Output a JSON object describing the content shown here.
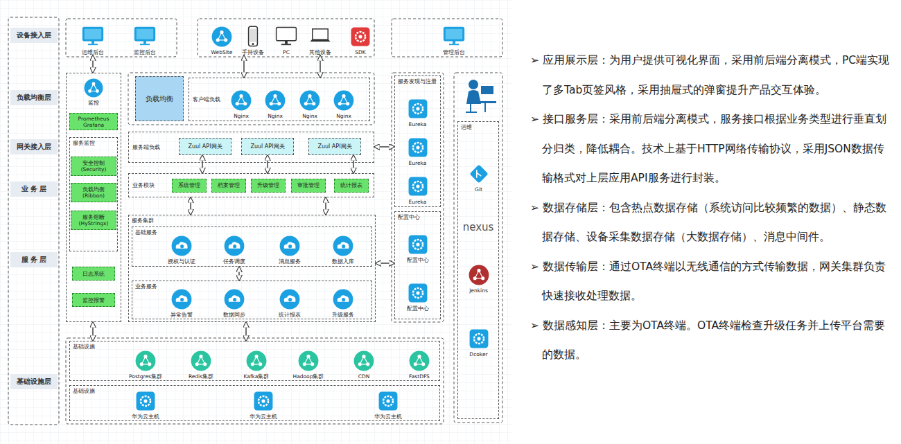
{
  "diagram": {
    "nodes": [
      {
        "text": [
          "设备接入层"
        ]
      },
      {
        "text": [
          "负载均衡层"
        ]
      },
      {
        "text": [
          "网关接入层"
        ]
      },
      {
        "text": [
          "业 务 层"
        ]
      },
      {
        "text": [
          "服 务 层"
        ]
      },
      {
        "text": [
          "基础设施层"
        ]
      },
      {
        "text": [
          "运维后台"
        ]
      },
      {
        "text": [
          "监控后台"
        ]
      },
      {
        "text": [
          "WebSite"
        ]
      },
      {
        "text": [
          "手持设备"
        ]
      },
      {
        "text": [
          "PC"
        ]
      },
      {
        "text": [
          "其他设备"
        ]
      },
      {
        "text": [
          "SDK"
        ]
      },
      {
        "text": [
          "管理后台"
        ]
      },
      {
        "text": [
          "监控"
        ]
      },
      {
        "text": [
          "Prometheus Grafana"
        ],
        "in": 14
      },
      {
        "text": [
          "服务监控"
        ],
        "in": 14
      },
      {
        "text": [
          "安全控制 (Security)"
        ],
        "in": 16
      },
      {
        "text": [
          "负载均衡 (Ribbon)"
        ],
        "in": 16
      },
      {
        "text": [
          "服务熔断 (HyStringx)"
        ],
        "in": 16
      },
      {
        "text": [
          "日志系统"
        ],
        "in": 14
      },
      {
        "text": [
          "监控报警"
        ],
        "in": 14
      },
      {
        "text": [
          "负载均衡"
        ]
      },
      {
        "text": [
          "客户端负载"
        ]
      },
      {
        "text": [
          "Nginx"
        ],
        "in": 23
      },
      {
        "text": [
          "Nginx"
        ],
        "in": 23
      },
      {
        "text": [
          "Nginx"
        ],
        "in": 23
      },
      {
        "text": [
          "Nginx"
        ],
        "in": 23
      },
      {
        "text": [
          "服务端负载"
        ]
      },
      {
        "text": [
          "Zuul API网关"
        ],
        "in": 28
      },
      {
        "text": [
          "Zuul API网关"
        ],
        "in": 28
      },
      {
        "text": [
          "Zuul API网关"
        ],
        "in": 28
      },
      {
        "text": [
          "业务模块"
        ]
      },
      {
        "text": [
          "系统管理"
        ],
        "in": 32
      },
      {
        "text": [
          "档案管理"
        ],
        "in": 32
      },
      {
        "text": [
          "升级管理"
        ],
        "in": 32
      },
      {
        "text": [
          "审批管理"
        ],
        "in": 32
      },
      {
        "text": [
          "统计报表"
        ],
        "in": 32
      },
      {
        "text": [
          "服务集群"
        ]
      },
      {
        "text": [
          "基础服务"
        ],
        "in": 38
      },
      {
        "text": [
          "授权与认证"
        ],
        "in": 39
      },
      {
        "text": [
          "任务调度"
        ],
        "in": 39
      },
      {
        "text": [
          "消息服务"
        ],
        "in": 39
      },
      {
        "text": [
          "数据入库"
        ],
        "in": 39
      },
      {
        "text": [
          "业务服务"
        ],
        "in": 38
      },
      {
        "text": [
          "异常告警"
        ],
        "in": 44
      },
      {
        "text": [
          "数据同步"
        ],
        "in": 44
      },
      {
        "text": [
          "统计报表"
        ],
        "in": 44
      },
      {
        "text": [
          "升级服务"
        ],
        "in": 44
      },
      {
        "text": [
          "服务发现与注册"
        ]
      },
      {
        "text": [
          "Eureka"
        ],
        "in": 49
      },
      {
        "text": [
          "Eureka"
        ],
        "in": 49
      },
      {
        "text": [
          "Eureka"
        ],
        "in": 49
      },
      {
        "text": [
          "配置中心"
        ]
      },
      {
        "text": [
          "配置中心"
        ],
        "in": 53
      },
      {
        "text": [
          "配置中心"
        ],
        "in": 53
      },
      {
        "text": [
          "运维"
        ]
      },
      {
        "text": [
          "Git"
        ],
        "in": 56
      },
      {
        "text": [
          "nexus"
        ],
        "in": 56
      },
      {
        "text": [
          "Jenkins"
        ],
        "in": 56
      },
      {
        "text": [
          "Dcoker"
        ],
        "in": 56
      },
      {
        "text": [
          "基础设施"
        ]
      },
      {
        "text": [
          "Postgres集群"
        ],
        "in": 61
      },
      {
        "text": [
          "Redis集群"
        ],
        "in": 61
      },
      {
        "text": [
          "Kafka集群"
        ],
        "in": 61
      },
      {
        "text": [
          "Hadoop集群"
        ],
        "in": 61
      },
      {
        "text": [
          "CDN"
        ],
        "in": 61
      },
      {
        "text": [
          "FastDFS"
        ],
        "in": 61
      },
      {
        "text": [
          "基础设施"
        ]
      },
      {
        "text": [
          "华为云主机"
        ],
        "in": 68
      },
      {
        "text": [
          "华为云主机"
        ],
        "in": 68
      },
      {
        "text": [
          "华为云主机"
        ],
        "in": 68
      }
    ],
    "edges": [
      {
        "from": 6,
        "to": 14,
        "arrow": "both"
      },
      {
        "from": 9,
        "to": 23,
        "arrow": "both"
      },
      {
        "from": 11,
        "to": 23,
        "arrow": "both"
      },
      {
        "from": 29,
        "to": 32,
        "arrow": "both"
      },
      {
        "from": 30,
        "to": 32,
        "arrow": "both"
      },
      {
        "from": 31,
        "to": 32,
        "arrow": "both"
      },
      {
        "from": 32,
        "to": 38,
        "arrow": "both"
      },
      {
        "from": 32,
        "to": 38,
        "arrow": "both"
      },
      {
        "from": 39,
        "to": 44,
        "arrow": "both"
      },
      {
        "from": 28,
        "to": 49,
        "arrow": "both"
      },
      {
        "from": 38,
        "to": 53,
        "arrow": "both"
      },
      {
        "from": 14,
        "to": 61,
        "arrow": "both"
      },
      {
        "from": 38,
        "to": 61,
        "arrow": "both"
      }
    ],
    "labels": [
      "➢ 应用展示层：为用户提供可视化界面，采用前后端分离模式，PC端实现了多Tab页签风格，采用抽屉式的弹窗提升产品交互体验。",
      "➢ 接口服务层：采用前后端分离模式，服务接口根据业务类型进行垂直划分归类，降低耦合。技术上基于HTTP网络传输协议，采用JSON数据传输格式对上层应用API服务进行封装。",
      "➢ 数据存储层：包含热点数据存储（系统访问比较频繁的数据）、静态数据存储、设备采集数据存储（大数据存储）、消息中间件。",
      "➢ 数据传输层：通过OTA终端以无线通信的方式传输数据，网关集群负责快速接收处理数据。",
      "➢ 数据感知层：主要为OTA终端。OTA终端检查升级任务并上传平台需要的数据。"
    ]
  }
}
